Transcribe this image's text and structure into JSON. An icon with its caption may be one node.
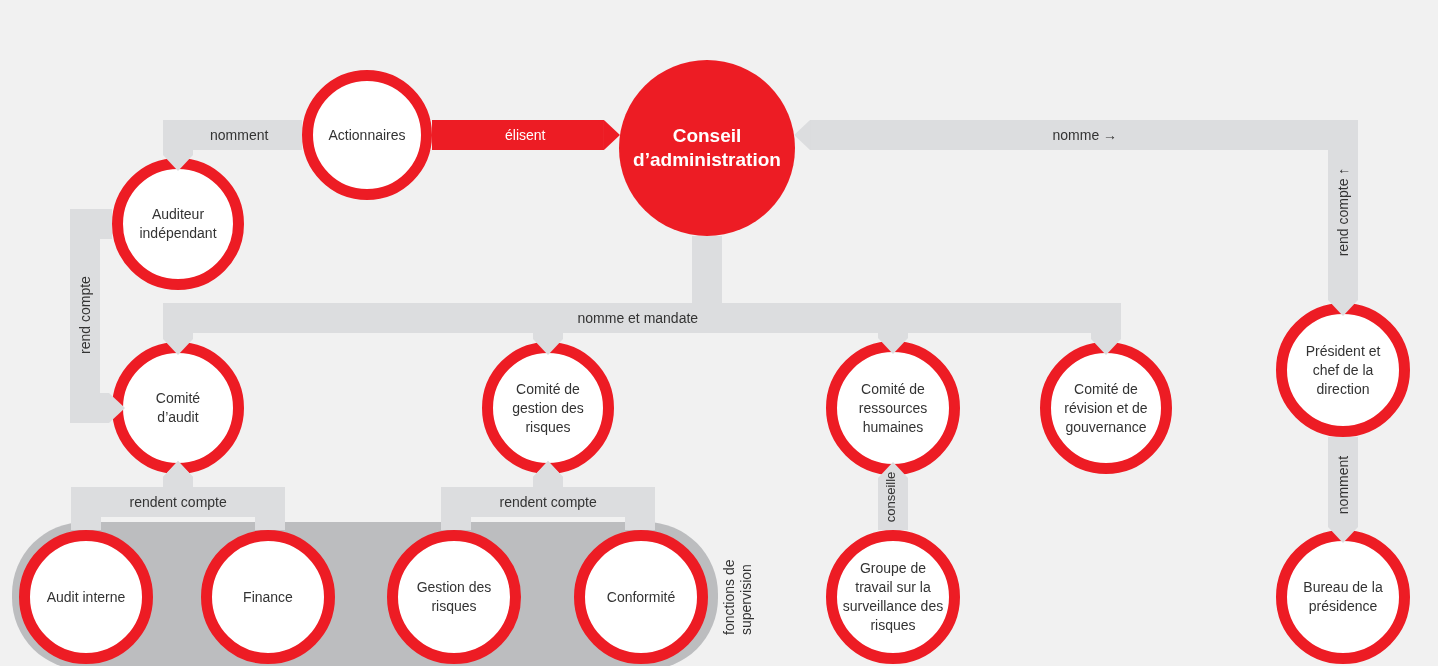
{
  "diagram": {
    "nodes": [
      {
        "text": [
          "Actionnaires"
        ]
      },
      {
        "text": [
          "Conseil d’administration"
        ]
      },
      {
        "text": [
          "Auditeur indépendant"
        ]
      },
      {
        "text": [
          "Comité d’audit"
        ]
      },
      {
        "text": [
          "Comité de gestion des risques"
        ]
      },
      {
        "text": [
          "Comité de ressources humaines"
        ]
      },
      {
        "text": [
          "Comité de révision et de gouvernance"
        ]
      },
      {
        "text": [
          "Président et chef de la direction"
        ]
      },
      {
        "text": [
          "fonctions de supervision"
        ]
      },
      {
        "text": [
          "Audit interne"
        ],
        "in": 8
      },
      {
        "text": [
          "Finance"
        ],
        "in": 8
      },
      {
        "text": [
          "Gestion des risques"
        ],
        "in": 8
      },
      {
        "text": [
          "Conformité"
        ],
        "in": 8
      },
      {
        "text": [
          "Groupe de travail sur la surveillance des risques"
        ]
      },
      {
        "text": [
          "Bureau de la présidence"
        ]
      }
    ],
    "edges": [
      {
        "from": 0,
        "to": 1,
        "arrow": "to",
        "label": "élisent",
        "color": "#ed1c24"
      },
      {
        "from": 0,
        "to": 2,
        "arrow": "to",
        "label": "nomment"
      },
      {
        "from": 2,
        "to": 3,
        "arrow": "to",
        "label": "rend compte"
      },
      {
        "from": 1,
        "to": 3,
        "arrow": "to"
      },
      {
        "from": 1,
        "to": 4,
        "arrow": "to",
        "label": "nomme et mandate"
      },
      {
        "from": 1,
        "to": 5,
        "arrow": "to"
      },
      {
        "from": 1,
        "to": 6,
        "arrow": "to"
      },
      {
        "from": 1,
        "to": 7,
        "arrow": "to",
        "label": "nomme →"
      },
      {
        "from": 7,
        "to": 1,
        "arrow": "to",
        "label": "rend compte ↑"
      },
      {
        "from": 9,
        "to": 3,
        "arrow": "to",
        "label": "rendent compte"
      },
      {
        "from": 10,
        "to": 3,
        "arrow": "to"
      },
      {
        "from": 11,
        "to": 4,
        "arrow": "to",
        "label": "rendent compte"
      },
      {
        "from": 12,
        "to": 4,
        "arrow": "to"
      },
      {
        "from": 13,
        "to": 5,
        "arrow": "to",
        "label": "conseille"
      },
      {
        "from": 7,
        "to": 14,
        "arrow": "to",
        "label": "nomment"
      }
    ]
  }
}
